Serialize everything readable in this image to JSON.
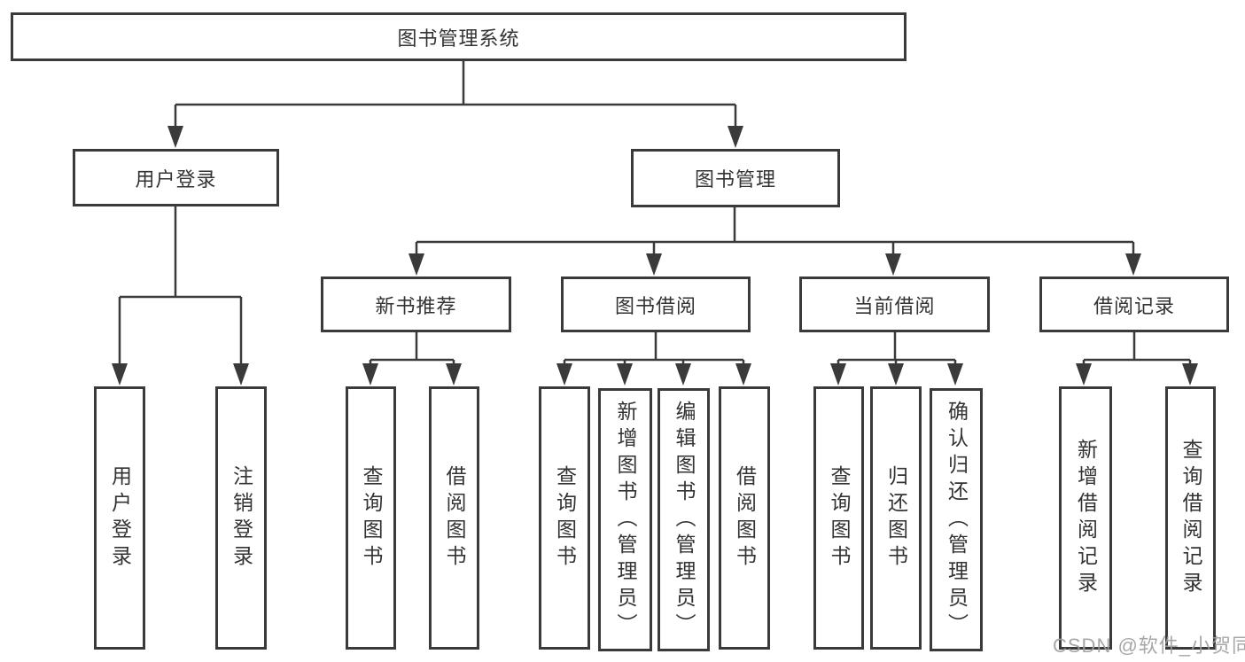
{
  "tree": {
    "root": "图书管理系统",
    "children": [
      {
        "label": "用户登录",
        "children": [
          "用户登录",
          "注销登录"
        ]
      },
      {
        "label": "图书管理",
        "children": [
          {
            "label": "新书推荐",
            "children": [
              "查询图书",
              "借阅图书"
            ]
          },
          {
            "label": "图书借阅",
            "children": [
              "查询图书",
              "新增图书（管理员）",
              "编辑图书（管理员）",
              "借阅图书"
            ]
          },
          {
            "label": "当前借阅",
            "children": [
              "查询图书",
              "归还图书",
              "确认归还（管理员）"
            ]
          },
          {
            "label": "借阅记录",
            "children": [
              "新增借阅记录",
              "查询借阅记录"
            ]
          }
        ]
      }
    ]
  },
  "watermark": "CSDN @软件_小贺同学",
  "colors": {
    "line": "#3a3a3a",
    "text": "#333333",
    "watermark": "#9e9e9e",
    "background": "#ffffff"
  }
}
